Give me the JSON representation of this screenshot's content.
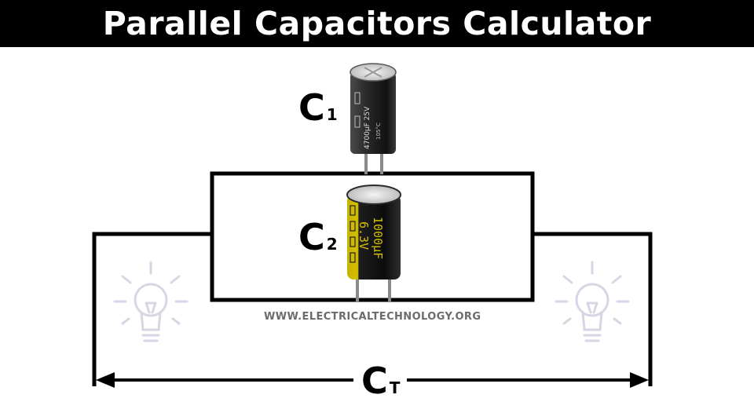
{
  "title": "Parallel Capacitors Calculator",
  "capacitors": [
    {
      "symbol": "C",
      "subscript": "1",
      "body_text_1": "4700µF 25V",
      "body_text_2": "105°C",
      "color": "#2a2a2a"
    },
    {
      "symbol": "C",
      "subscript": "2",
      "body_text_1": "1000µF",
      "body_text_2": "6.3V",
      "color": "#1a1a1a",
      "stripe_color": "#c8b400"
    }
  ],
  "total": {
    "symbol": "C",
    "subscript": "T"
  },
  "watermark": "WWW.ELECTRICALTECHNOLOGY.ORG",
  "colors": {
    "title_bg": "#000000",
    "title_fg": "#ffffff",
    "wire": "#000000",
    "bulb": "#d8d8e6"
  },
  "icons": [
    "left-lightbulb-icon",
    "right-lightbulb-icon",
    "left-arrowhead-icon",
    "right-arrowhead-icon"
  ]
}
